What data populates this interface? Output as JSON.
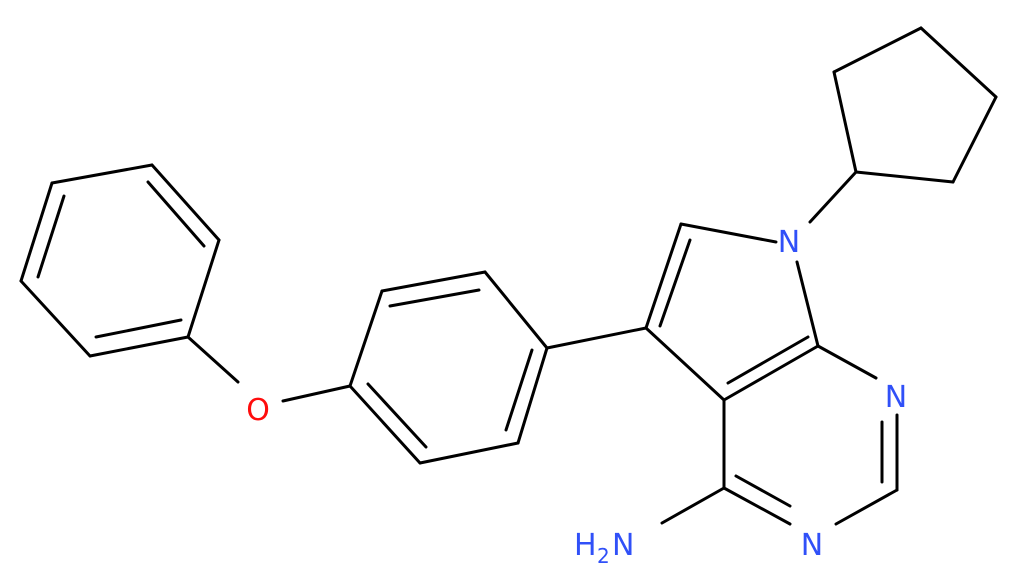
{
  "molecule": {
    "atoms": {
      "n7": "N",
      "n1": "N",
      "n3": "N",
      "amine": {
        "main_left": "H",
        "subscript": "2",
        "main_right": "N"
      },
      "ether_o": "O"
    },
    "colors": {
      "bond": "#000000",
      "nitrogen": "#3050F8",
      "oxygen": "#FF0D0D"
    }
  }
}
